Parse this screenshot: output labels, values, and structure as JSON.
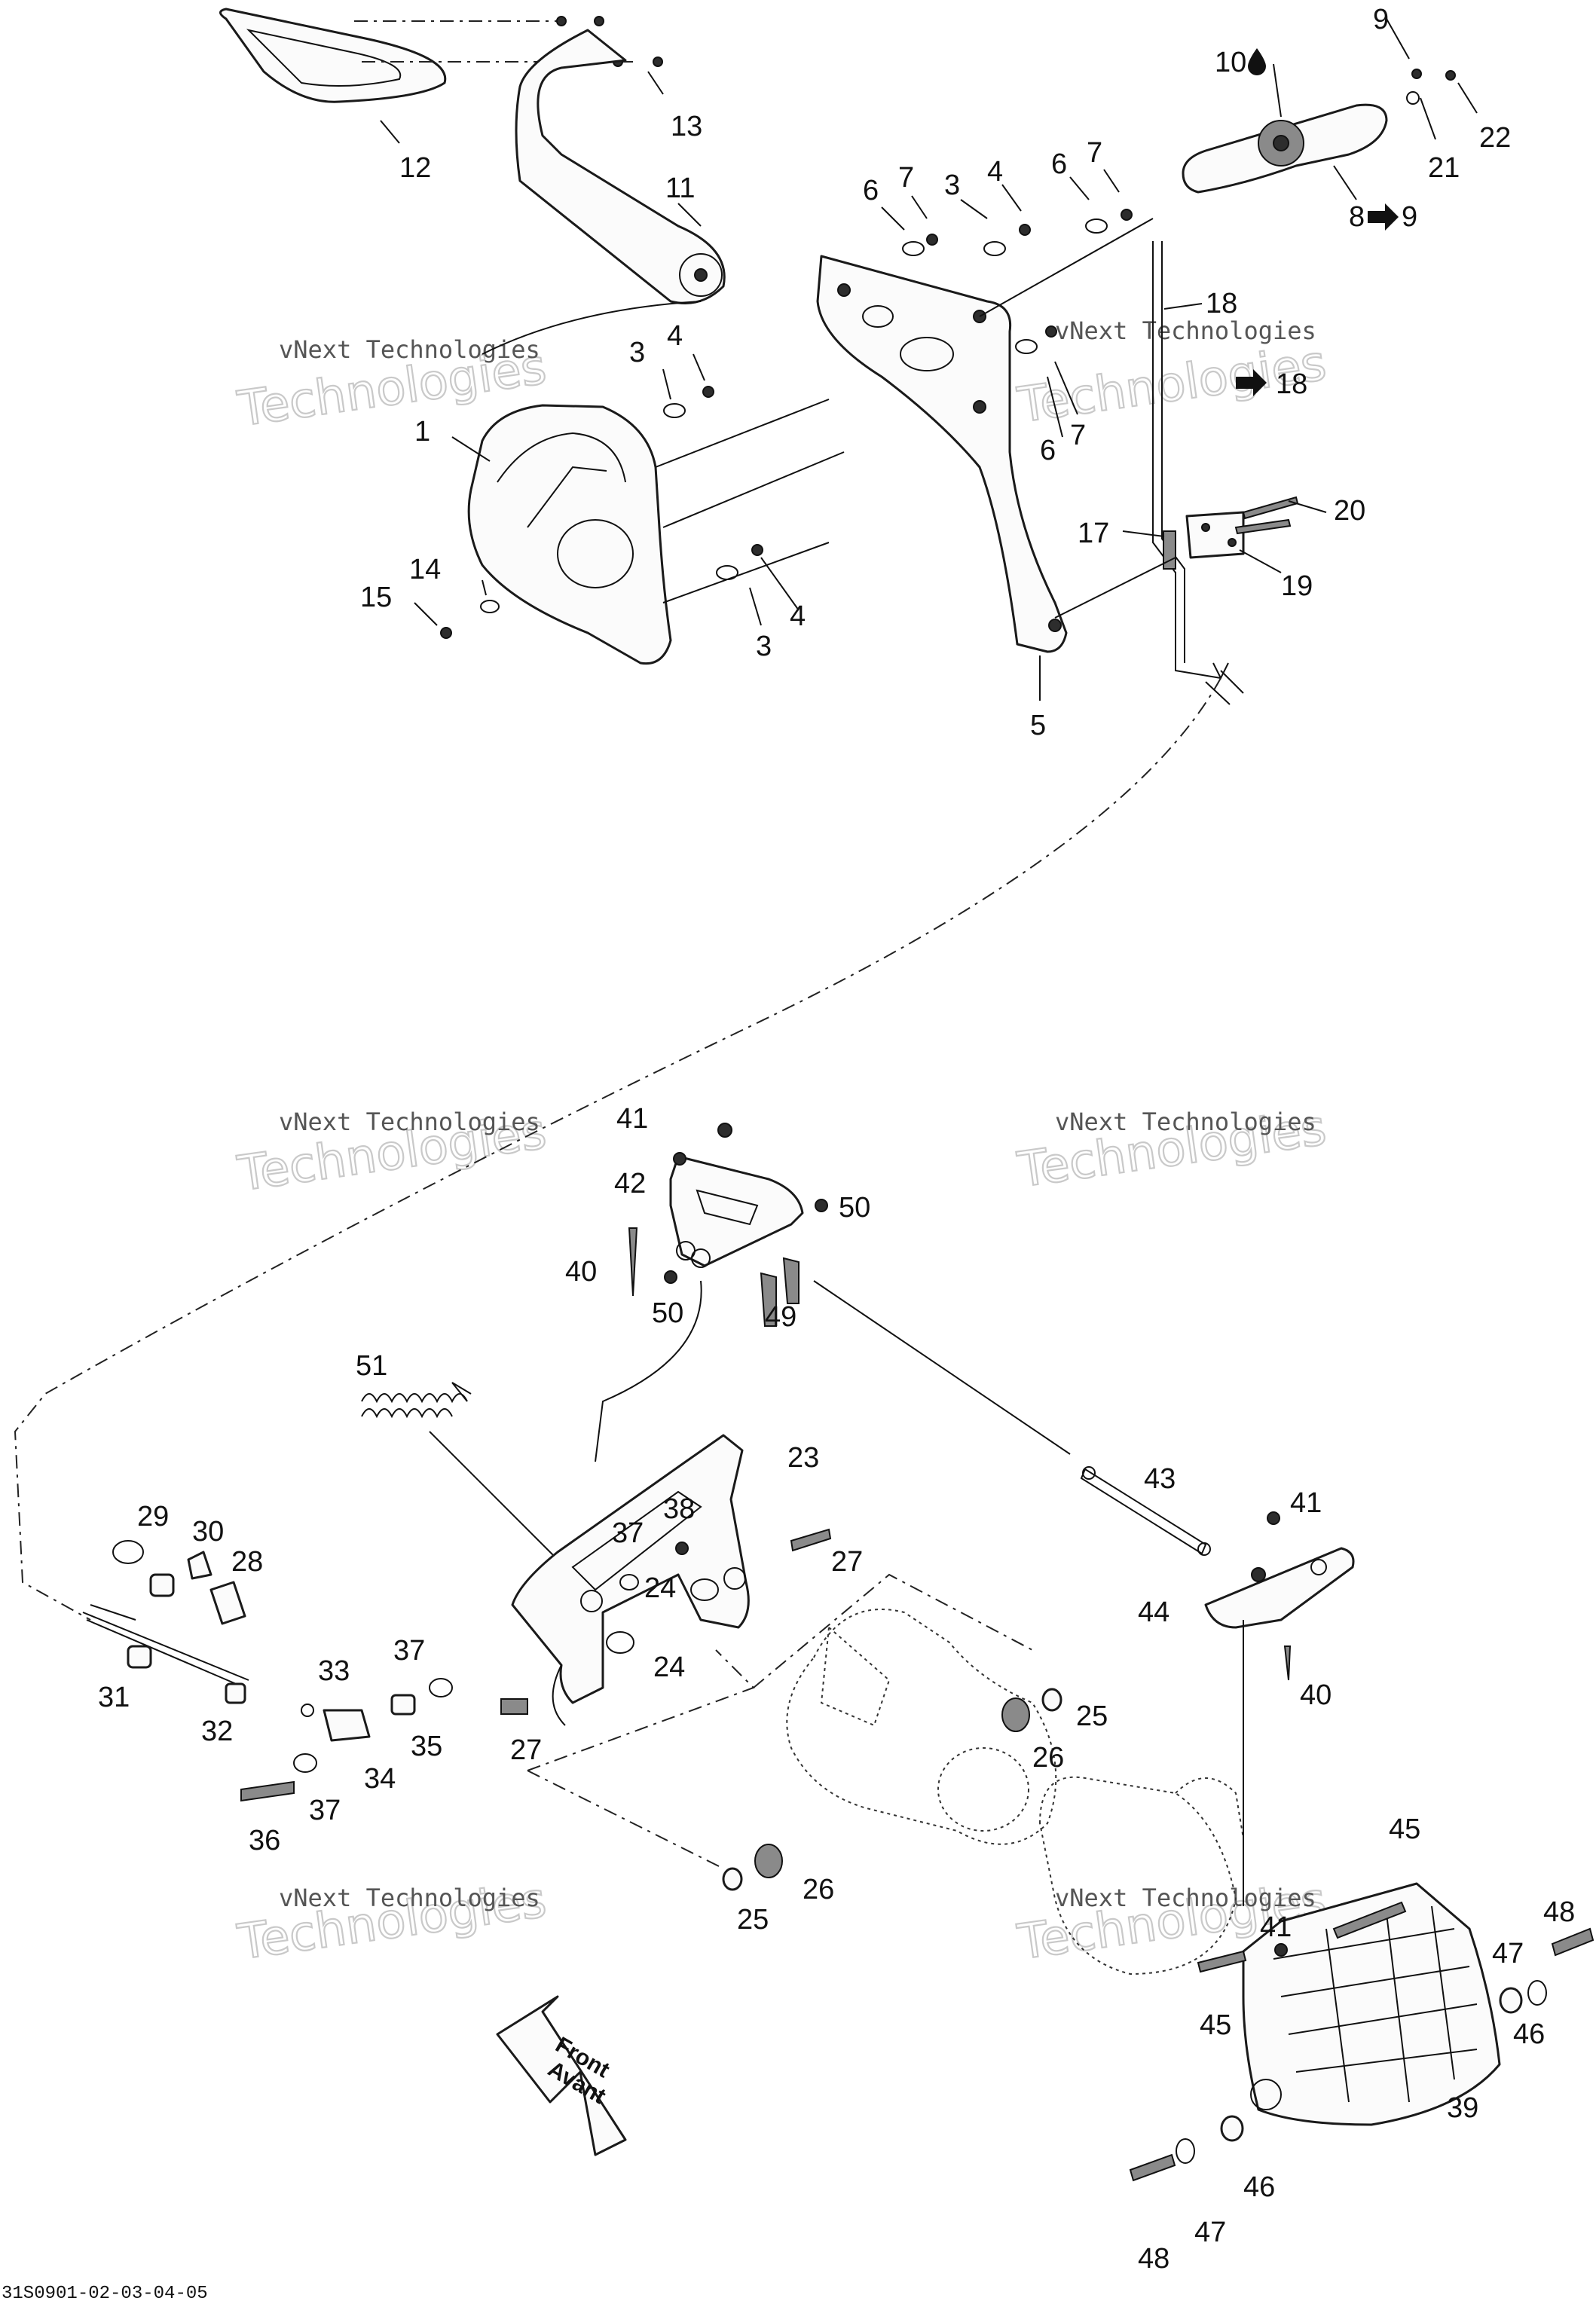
{
  "diagram": {
    "callouts": [
      {
        "id": "c1",
        "text": "1"
      },
      {
        "id": "c2",
        "text": "3"
      },
      {
        "id": "c3",
        "text": "4"
      },
      {
        "id": "c4",
        "text": "3"
      },
      {
        "id": "c5",
        "text": "4"
      },
      {
        "id": "c6",
        "text": "14"
      },
      {
        "id": "c7",
        "text": "15"
      },
      {
        "id": "c8",
        "text": "5"
      },
      {
        "id": "c9",
        "text": "11"
      },
      {
        "id": "c10",
        "text": "12"
      },
      {
        "id": "c11",
        "text": "13"
      },
      {
        "id": "c12",
        "text": "6"
      },
      {
        "id": "c13",
        "text": "7"
      },
      {
        "id": "c14",
        "text": "3"
      },
      {
        "id": "c15",
        "text": "4"
      },
      {
        "id": "c16",
        "text": "6"
      },
      {
        "id": "c17",
        "text": "7"
      },
      {
        "id": "c18",
        "text": "9"
      },
      {
        "id": "c19",
        "text": "10"
      },
      {
        "id": "c20",
        "text": "22"
      },
      {
        "id": "c21",
        "text": "21"
      },
      {
        "id": "c22",
        "text": "8"
      },
      {
        "id": "c23",
        "text": "9"
      },
      {
        "id": "c24",
        "text": "18"
      },
      {
        "id": "c25",
        "text": "18"
      },
      {
        "id": "c26",
        "text": "7"
      },
      {
        "id": "c27",
        "text": "6"
      },
      {
        "id": "c28",
        "text": "17"
      },
      {
        "id": "c29",
        "text": "20"
      },
      {
        "id": "c30",
        "text": "19"
      },
      {
        "id": "c31",
        "text": "41"
      },
      {
        "id": "c32",
        "text": "42"
      },
      {
        "id": "c33",
        "text": "50"
      },
      {
        "id": "c34",
        "text": "40"
      },
      {
        "id": "c35",
        "text": "50"
      },
      {
        "id": "c36",
        "text": "49"
      },
      {
        "id": "c37",
        "text": "51"
      },
      {
        "id": "c38",
        "text": "23"
      },
      {
        "id": "c39",
        "text": "38"
      },
      {
        "id": "c40",
        "text": "37"
      },
      {
        "id": "c41",
        "text": "27"
      },
      {
        "id": "c42",
        "text": "24"
      },
      {
        "id": "c43",
        "text": "24"
      },
      {
        "id": "c44",
        "text": "27"
      },
      {
        "id": "c45",
        "text": "29"
      },
      {
        "id": "c46",
        "text": "30"
      },
      {
        "id": "c47",
        "text": "28"
      },
      {
        "id": "c48",
        "text": "31"
      },
      {
        "id": "c49",
        "text": "32"
      },
      {
        "id": "c50",
        "text": "33"
      },
      {
        "id": "c51",
        "text": "34"
      },
      {
        "id": "c52",
        "text": "35"
      },
      {
        "id": "c53",
        "text": "37"
      },
      {
        "id": "c54",
        "text": "37"
      },
      {
        "id": "c55",
        "text": "36"
      },
      {
        "id": "c56",
        "text": "43"
      },
      {
        "id": "c57",
        "text": "41"
      },
      {
        "id": "c58",
        "text": "44"
      },
      {
        "id": "c59",
        "text": "40"
      },
      {
        "id": "c60",
        "text": "25"
      },
      {
        "id": "c61",
        "text": "26"
      },
      {
        "id": "c62",
        "text": "26"
      },
      {
        "id": "c63",
        "text": "25"
      },
      {
        "id": "c64",
        "text": "45"
      },
      {
        "id": "c65",
        "text": "41"
      },
      {
        "id": "c66",
        "text": "45"
      },
      {
        "id": "c67",
        "text": "47"
      },
      {
        "id": "c68",
        "text": "48"
      },
      {
        "id": "c69",
        "text": "46"
      },
      {
        "id": "c70",
        "text": "39"
      },
      {
        "id": "c71",
        "text": "46"
      },
      {
        "id": "c72",
        "text": "47"
      },
      {
        "id": "c73",
        "text": "48"
      }
    ],
    "watermark": {
      "line1": "vNext Technologies",
      "line2": "Technologies"
    },
    "front_arrow": {
      "line1": "Front",
      "line2": "Avant"
    },
    "footer_code": "31S0901-02-03-04-05",
    "glyphs": {
      "drop": "drop-icon",
      "arrow": "arrow-right-icon"
    }
  }
}
